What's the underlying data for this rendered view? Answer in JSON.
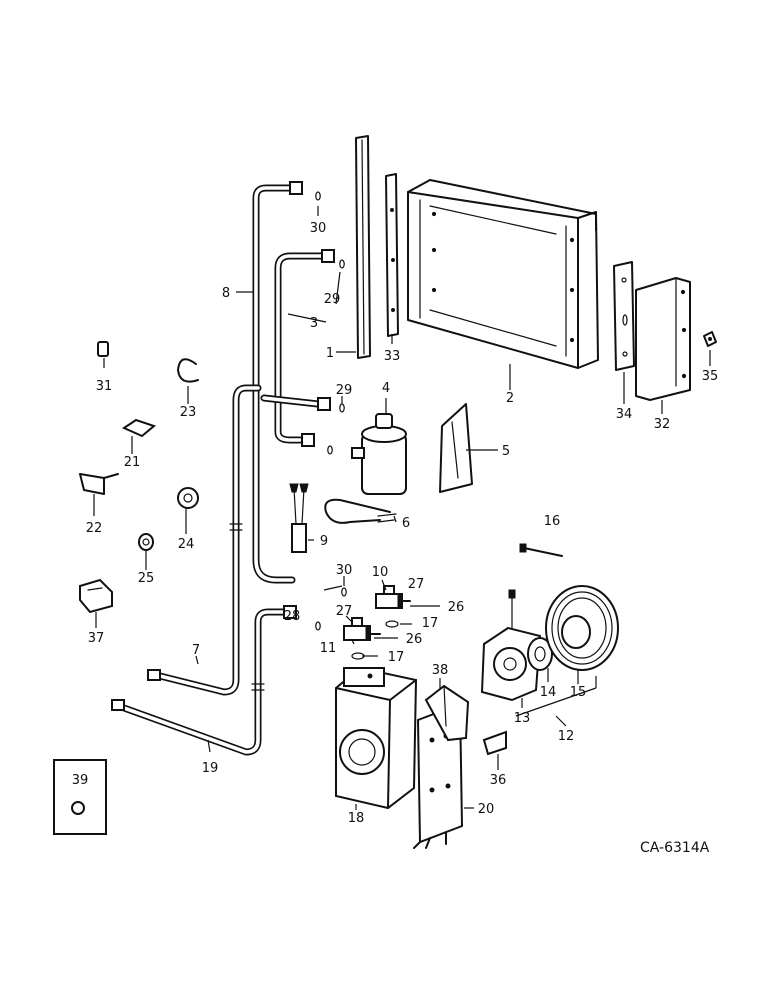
{
  "drawing_code": "CA-6314A",
  "callouts": {
    "c1": "1",
    "c2": "2",
    "c3": "3",
    "c4": "4",
    "c5": "5",
    "c6": "6",
    "c7": "7",
    "c8": "8",
    "c9": "9",
    "c10": "10",
    "c11": "11",
    "c12": "12",
    "c13": "13",
    "c14": "14",
    "c15": "15",
    "c16": "16",
    "c17a": "17",
    "c17b": "17",
    "c18": "18",
    "c19": "19",
    "c20": "20",
    "c21": "21",
    "c22": "22",
    "c23": "23",
    "c24": "24",
    "c25": "25",
    "c26a": "26",
    "c26b": "26",
    "c27a": "27",
    "c27b": "27",
    "c28": "28",
    "c29a": "29",
    "c29b": "29",
    "c30a": "30",
    "c30b": "30",
    "c31": "31",
    "c32": "32",
    "c33": "33",
    "c34": "34",
    "c35": "35",
    "c36": "36",
    "c37": "37",
    "c38": "38",
    "c39": "39"
  }
}
